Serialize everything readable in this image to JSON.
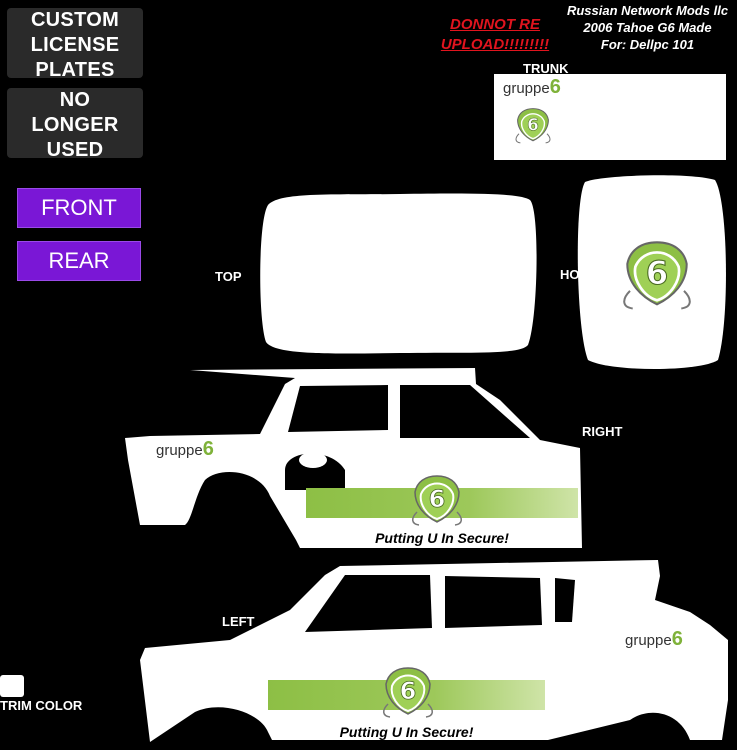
{
  "plates": {
    "front_box_text": "CUSTOM\nLICENSE\nPLATES",
    "rear_box_text": "NO\nLONGER\nUSED"
  },
  "buttons": {
    "front": "FRONT",
    "rear": "REAR"
  },
  "header": {
    "warning": "DONNOT RE\nUPLOAD!!!!!!!!!",
    "credit": "Russian Network Mods llc\n2006 Tahoe G6 Made\nFor: Dellpc 101"
  },
  "labels": {
    "trunk": "TRUNK",
    "top": "TOP",
    "hood": "HOOD",
    "right": "RIGHT",
    "left": "LEFT",
    "trim_color": "TRIM COLOR"
  },
  "livery": {
    "brand_text": "gruppe",
    "brand_digit": "6",
    "slogan_right": "Putting U In Secure!",
    "slogan_left": "Putting U In Secure!"
  },
  "colors": {
    "accent_purple": "#7a17d6",
    "warning_red": "#e0141e",
    "livery_green": "#8dbf45",
    "body_white": "#ffffff",
    "background": "#000000"
  },
  "icons": {
    "g6_emblem": "g6-shield-emblem-icon"
  }
}
